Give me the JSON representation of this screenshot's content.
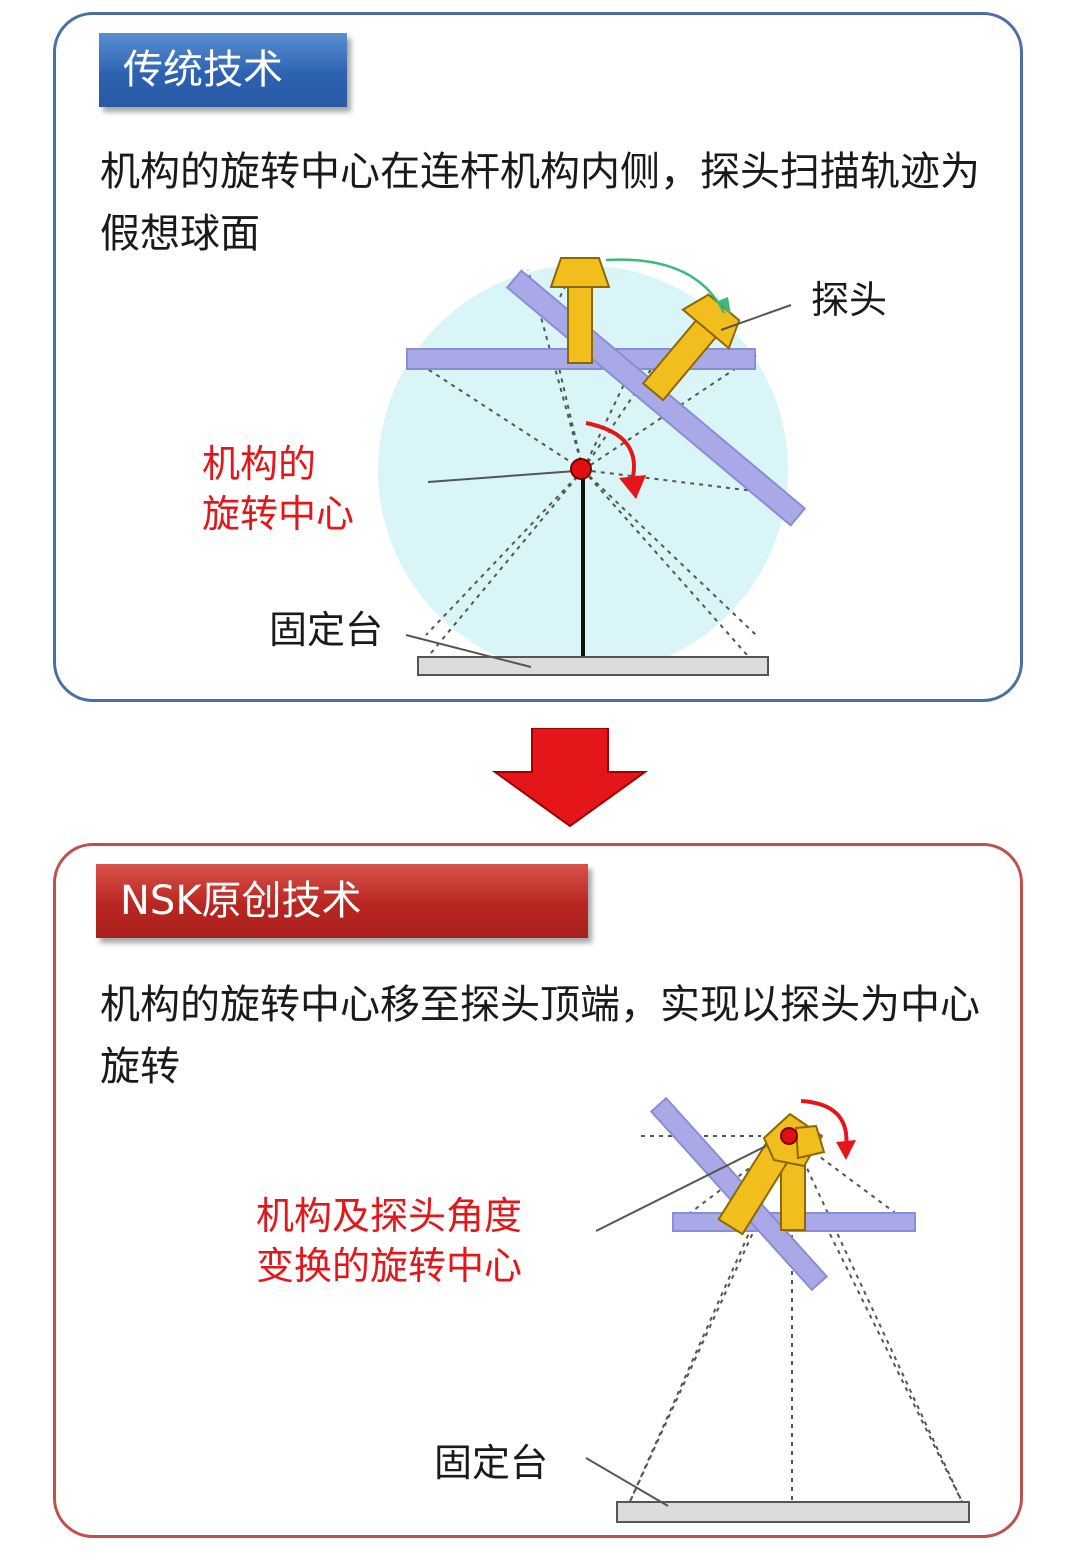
{
  "top_panel": {
    "header": "传统技术",
    "description": "机构的旋转中心在连杆机构内侧，探头扫描轨迹为假想球面",
    "probe_label": "探头",
    "rotation_center_label_line1": "机构的",
    "rotation_center_label_line2": "旋转中心",
    "base_label": "固定台"
  },
  "bottom_panel": {
    "header": "NSK原创技术",
    "description": "机构的旋转中心移至探头顶端，实现以探头为中心旋转",
    "rotation_center_label_line1": "机构及探头角度",
    "rotation_center_label_line2": "变换的旋转中心",
    "base_label": "固定台"
  },
  "colors": {
    "top_border": "#4a6fa5",
    "bottom_border": "#c0504d",
    "probe": "#f2be1d",
    "linkage": "#a9a9e8",
    "sphere": "#d9f5f7",
    "arrow": "#e5161a"
  }
}
